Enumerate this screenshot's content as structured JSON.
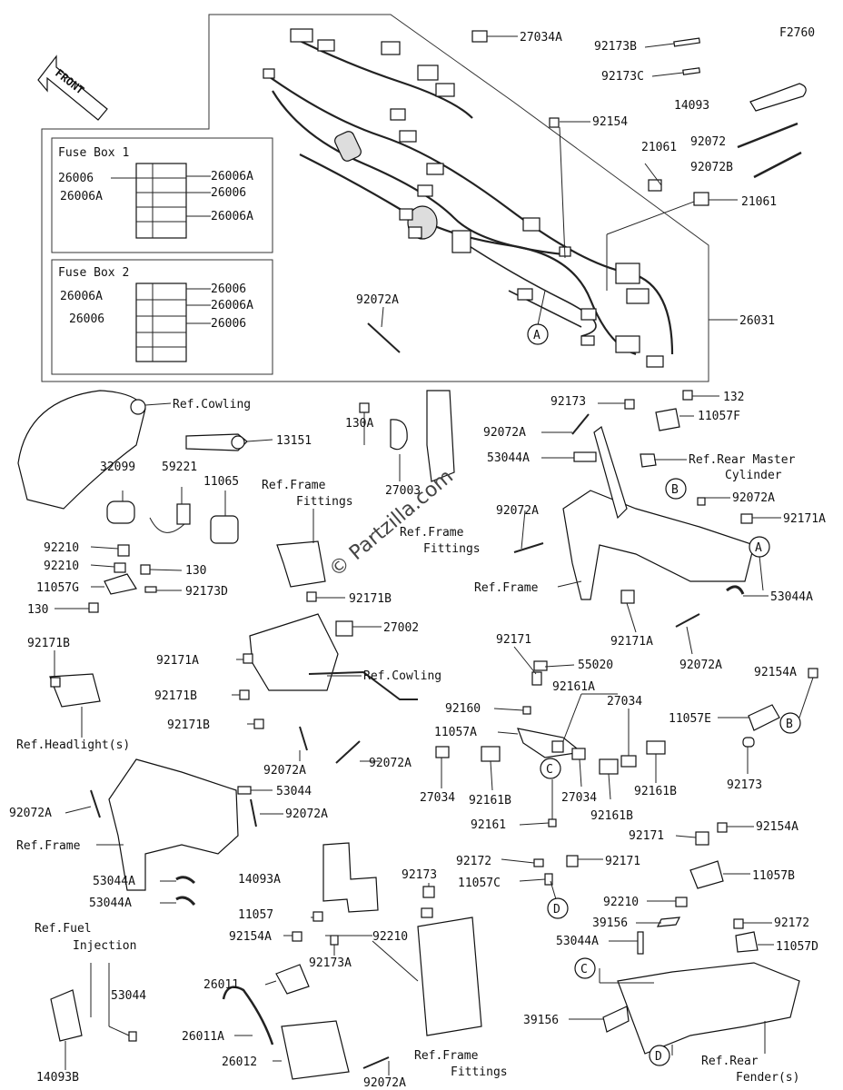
{
  "figure_id": "F2760",
  "front_label": "FRONT",
  "watermark": "© Partzilla.com",
  "fuse_box_1": {
    "title": "Fuse Box 1",
    "labels": [
      "26006",
      "26006A",
      "26006A",
      "26006",
      "26006A"
    ]
  },
  "fuse_box_2": {
    "title": "Fuse Box 2",
    "labels": [
      "26006",
      "26006A",
      "26006A",
      "26006",
      "26006"
    ]
  },
  "callouts": {
    "c27034A_top": "27034A",
    "c92173B": "92173B",
    "c92173C": "92173C",
    "c14093": "14093",
    "c92154": "92154",
    "c92072": "92072",
    "c21061a": "21061",
    "c92072B": "92072B",
    "c21061b": "21061",
    "c26031": "26031",
    "c92072A_harness": "92072A",
    "cA_harness": "A",
    "refCowling1": "Ref.Cowling",
    "c13151": "13151",
    "c32099": "32099",
    "c59221": "59221",
    "c11065": "11065",
    "c92210a": "92210",
    "c92210b": "92210",
    "c130a": "130",
    "c11057G": "11057G",
    "c92173D": "92173D",
    "c130b": "130",
    "c130A": "130A",
    "c27003": "27003",
    "refFrameFittings1a": "Ref.Frame",
    "refFrameFittings1b": "Fittings",
    "refFrameFittings2a": "Ref.Frame",
    "refFrameFittings2b": "Fittings",
    "c92171B_mid": "92171B",
    "c92173_top": "92173",
    "c92072A_r1": "92072A",
    "c53044A_r1": "53044A",
    "c132": "132",
    "c11057F": "11057F",
    "refRearMaster1": "Ref.Rear Master",
    "refRearMaster2": "Cylinder",
    "cB_frame": "B",
    "c92072A_r2": "92072A",
    "c92072A_r3": "92072A",
    "c92171A_r": "92171A",
    "cA_frame": "A",
    "refFrame1": "Ref.Frame",
    "c53044A_r2": "53044A",
    "c92171A_r2": "92171A",
    "c92072A_r4": "92072A",
    "c27002": "27002",
    "c92171A_l": "92171A",
    "refCowling2": "Ref.Cowling",
    "c92171B_l": "92171B",
    "c92171B_l2": "92171B",
    "c92072A_m1": "92072A",
    "c92072A_m2": "92072A",
    "c92171B_hl": "92171B",
    "refHeadlight": "Ref.Headlight(s)",
    "c92171": "92171",
    "c55020": "55020",
    "c92161A": "92161A",
    "c27034_r": "27034",
    "c92160": "92160",
    "c11057A": "11057A",
    "cC": "C",
    "c27034_l": "27034",
    "c92161B_l": "92161B",
    "c27034_m": "27034",
    "c92161B_m": "92161B",
    "c92161B_r": "92161B",
    "c92161": "92161",
    "c92154A_r": "92154A",
    "c11057E": "11057E",
    "cB_bracket": "B",
    "c92173_r": "92173",
    "c92072A_b1": "92072A",
    "c53044": "53044",
    "c92072A_b2": "92072A",
    "refFrame2": "Ref.Frame",
    "c53044A_b1": "53044A",
    "c53044A_b2": "53044A",
    "c14093A": "14093A",
    "c92173_b": "92173",
    "c11057": "11057",
    "c92154A_b": "92154A",
    "c92210_b": "92210",
    "c92173A": "92173A",
    "refFuel1": "Ref.Fuel",
    "refFuel2": "Injection",
    "c53044_b": "53044",
    "c26011": "26011",
    "c26011A": "26011A",
    "c26012": "26012",
    "c14093B": "14093B",
    "c92072A_b3": "92072A",
    "refFrameFittings3a": "Ref.Frame",
    "refFrameFittings3b": "Fittings",
    "c92172a": "92172",
    "c92171_rb1": "92171",
    "c92154A_rb": "92154A",
    "c11057C": "11057C",
    "c92171_rb2": "92171",
    "c11057B": "11057B",
    "cD_small": "D",
    "c92210_rb": "92210",
    "c39156a": "39156",
    "c92172b": "92172",
    "c53044A_rb": "53044A",
    "c11057D": "11057D",
    "cC_rb": "C",
    "c39156b": "39156",
    "cD_rb": "D",
    "refRearFender1": "Ref.Rear",
    "refRearFender2": "Fender(s)"
  }
}
